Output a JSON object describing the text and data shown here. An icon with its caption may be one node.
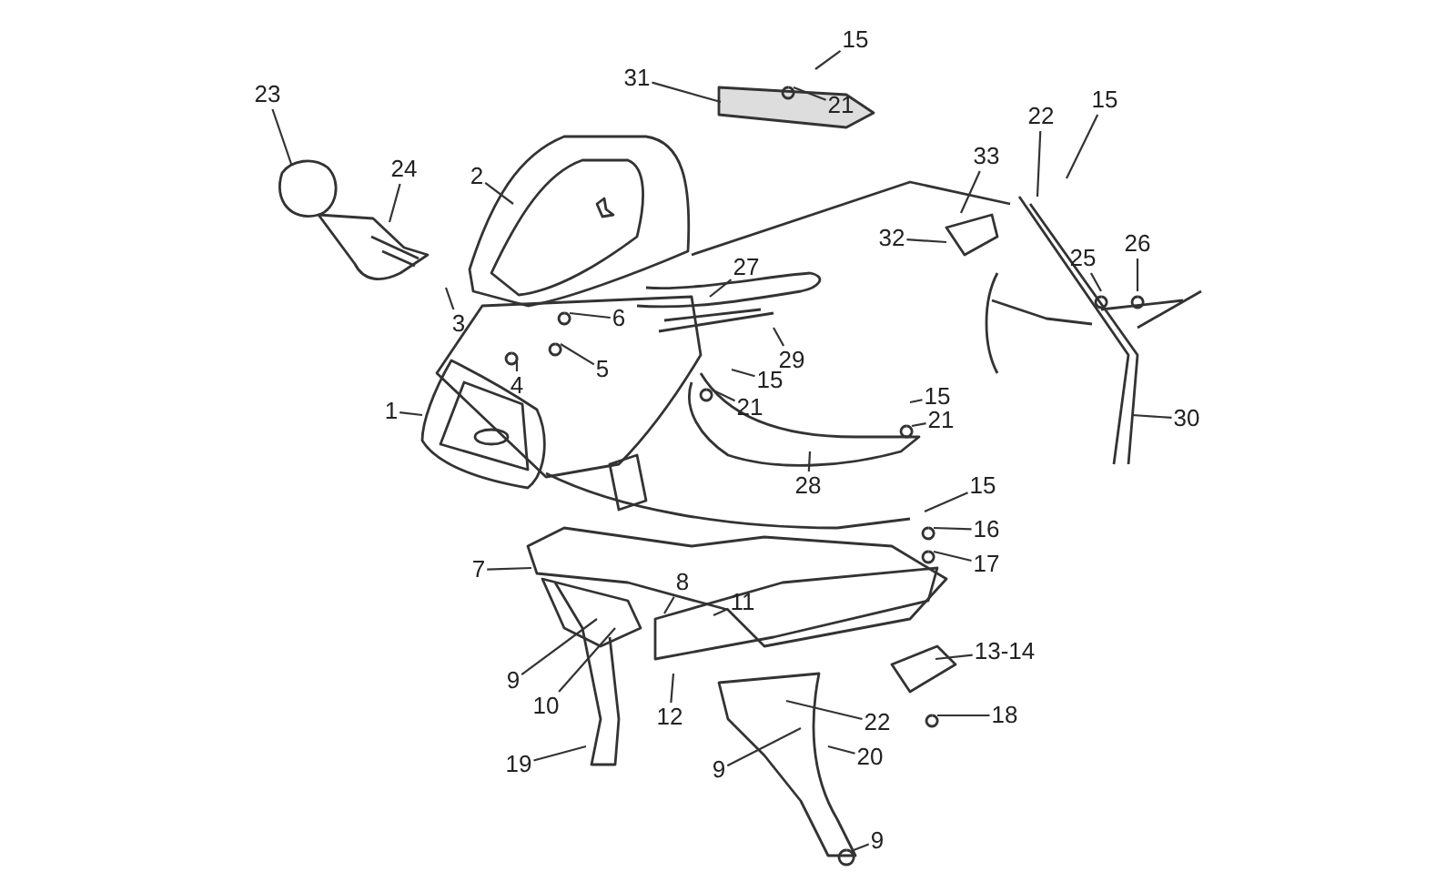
{
  "diagram": {
    "nodes": [
      {
        "text": [
          "23"
        ]
      },
      {
        "text": [
          "24"
        ]
      },
      {
        "text": [
          "2"
        ]
      },
      {
        "text": [
          "3"
        ]
      },
      {
        "text": [
          "4"
        ]
      },
      {
        "text": [
          "5"
        ]
      },
      {
        "text": [
          "6"
        ]
      },
      {
        "text": [
          "1"
        ]
      },
      {
        "text": [
          "31"
        ]
      },
      {
        "text": [
          "15"
        ]
      },
      {
        "text": [
          "21"
        ]
      },
      {
        "text": [
          "33"
        ]
      },
      {
        "text": [
          "22"
        ]
      },
      {
        "text": [
          "15"
        ]
      },
      {
        "text": [
          "32"
        ]
      },
      {
        "text": [
          "27"
        ]
      },
      {
        "text": [
          "29"
        ]
      },
      {
        "text": [
          "15"
        ]
      },
      {
        "text": [
          "21"
        ]
      },
      {
        "text": [
          "15"
        ]
      },
      {
        "text": [
          "21"
        ]
      },
      {
        "text": [
          "25"
        ]
      },
      {
        "text": [
          "26"
        ]
      },
      {
        "text": [
          "30"
        ]
      },
      {
        "text": [
          "28"
        ]
      },
      {
        "text": [
          "15"
        ]
      },
      {
        "text": [
          "16"
        ]
      },
      {
        "text": [
          "17"
        ]
      },
      {
        "text": [
          "7"
        ]
      },
      {
        "text": [
          "8"
        ]
      },
      {
        "text": [
          "11"
        ]
      },
      {
        "text": [
          "9"
        ]
      },
      {
        "text": [
          "10"
        ]
      },
      {
        "text": [
          "12"
        ]
      },
      {
        "text": [
          "13-14"
        ]
      },
      {
        "text": [
          "22"
        ]
      },
      {
        "text": [
          "18"
        ]
      },
      {
        "text": [
          "19"
        ]
      },
      {
        "text": [
          "20"
        ]
      },
      {
        "text": [
          "9"
        ]
      },
      {
        "text": [
          "9"
        ]
      }
    ],
    "edges": [
      {
        "from": 0,
        "to": null,
        "arrow": "none"
      },
      {
        "from": 1,
        "to": null,
        "arrow": "none"
      },
      {
        "from": 2,
        "to": null,
        "arrow": "none"
      },
      {
        "from": 3,
        "to": null,
        "arrow": "none"
      },
      {
        "from": 4,
        "to": null,
        "arrow": "none"
      },
      {
        "from": 5,
        "to": null,
        "arrow": "none"
      },
      {
        "from": 6,
        "to": null,
        "arrow": "none"
      },
      {
        "from": 7,
        "to": null,
        "arrow": "none"
      },
      {
        "from": 8,
        "to": null,
        "arrow": "none"
      },
      {
        "from": 9,
        "to": null,
        "arrow": "none"
      },
      {
        "from": 10,
        "to": null,
        "arrow": "none"
      },
      {
        "from": 11,
        "to": null,
        "arrow": "none"
      },
      {
        "from": 12,
        "to": null,
        "arrow": "none"
      },
      {
        "from": 13,
        "to": null,
        "arrow": "none"
      },
      {
        "from": 14,
        "to": null,
        "arrow": "none"
      },
      {
        "from": 15,
        "to": null,
        "arrow": "none"
      },
      {
        "from": 16,
        "to": null,
        "arrow": "none"
      },
      {
        "from": 17,
        "to": null,
        "arrow": "none"
      },
      {
        "from": 18,
        "to": null,
        "arrow": "none"
      },
      {
        "from": 19,
        "to": null,
        "arrow": "none"
      },
      {
        "from": 20,
        "to": null,
        "arrow": "none"
      },
      {
        "from": 21,
        "to": null,
        "arrow": "none"
      },
      {
        "from": 22,
        "to": null,
        "arrow": "none"
      },
      {
        "from": 23,
        "to": null,
        "arrow": "none"
      },
      {
        "from": 24,
        "to": null,
        "arrow": "none"
      },
      {
        "from": 25,
        "to": null,
        "arrow": "none"
      },
      {
        "from": 26,
        "to": null,
        "arrow": "none"
      },
      {
        "from": 27,
        "to": null,
        "arrow": "none"
      },
      {
        "from": 28,
        "to": null,
        "arrow": "none"
      },
      {
        "from": 29,
        "to": null,
        "arrow": "none"
      },
      {
        "from": 30,
        "to": null,
        "arrow": "none"
      },
      {
        "from": 31,
        "to": null,
        "arrow": "none"
      },
      {
        "from": 32,
        "to": null,
        "arrow": "none"
      },
      {
        "from": 33,
        "to": null,
        "arrow": "none"
      },
      {
        "from": 34,
        "to": null,
        "arrow": "none"
      },
      {
        "from": 35,
        "to": null,
        "arrow": "none"
      },
      {
        "from": 36,
        "to": null,
        "arrow": "none"
      },
      {
        "from": 37,
        "to": null,
        "arrow": "none"
      },
      {
        "from": 38,
        "to": null,
        "arrow": "none"
      },
      {
        "from": 39,
        "to": null,
        "arrow": "none"
      },
      {
        "from": 40,
        "to": null,
        "arrow": "none"
      }
    ]
  }
}
